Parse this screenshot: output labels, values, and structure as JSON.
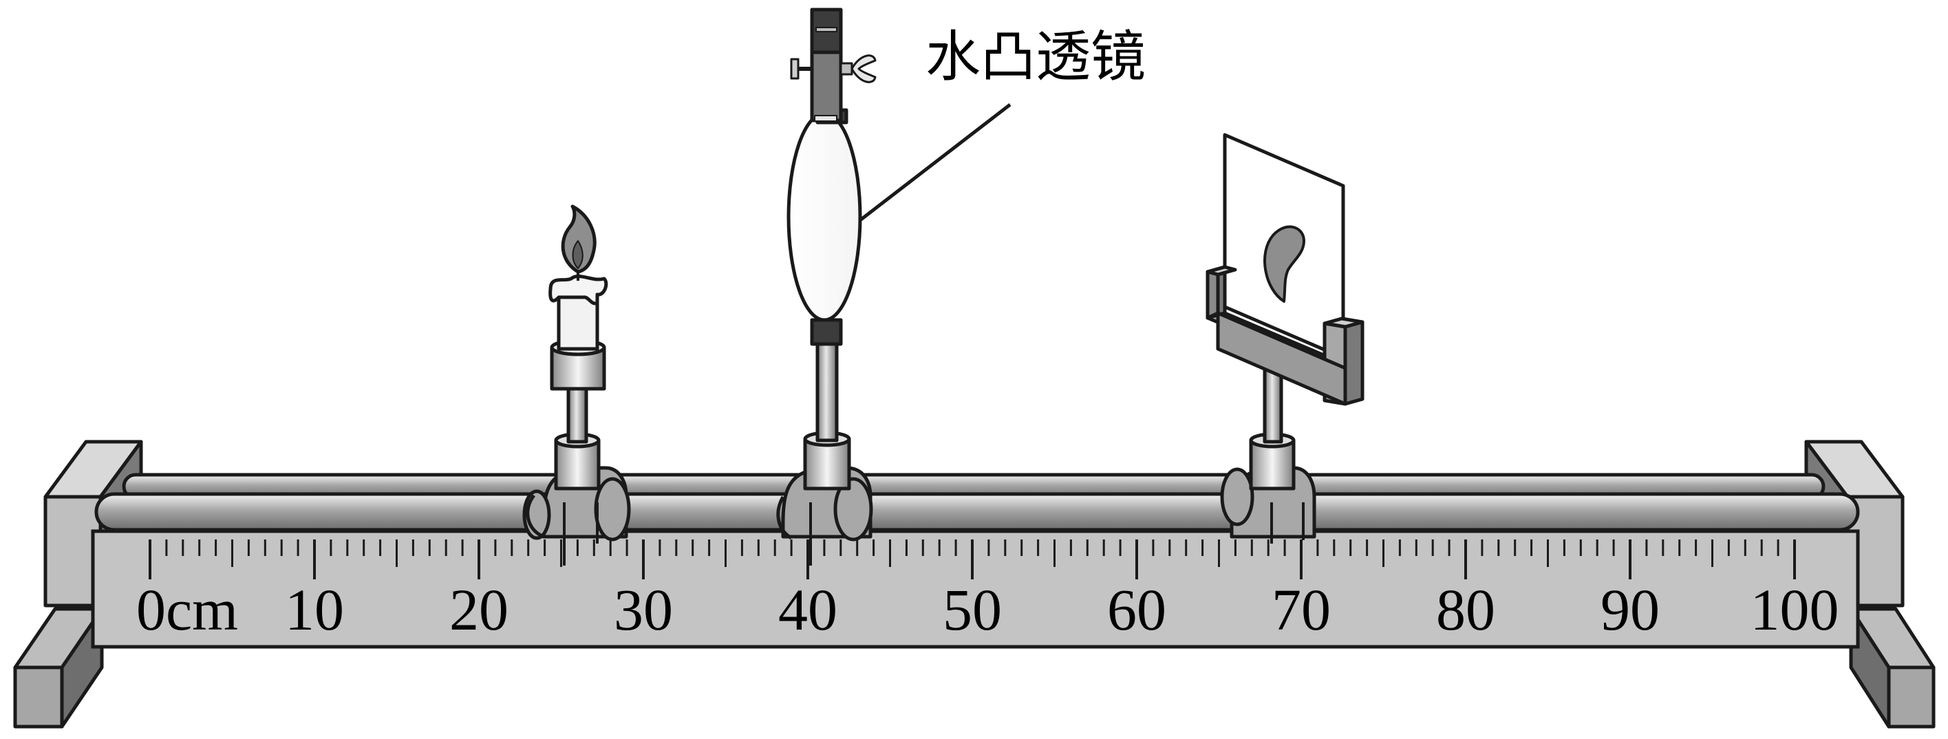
{
  "figure": {
    "lens_label": "水凸透镜",
    "scale": {
      "start_label": "0cm",
      "major_labels": [
        "10",
        "20",
        "30",
        "40",
        "50",
        "60",
        "70",
        "80",
        "90",
        "100"
      ],
      "min_cm": 0,
      "max_cm": 100,
      "minor_step_cm": 1
    },
    "apparatus_positions_cm": {
      "candle": 25,
      "lens": 40,
      "screen": 70
    }
  }
}
